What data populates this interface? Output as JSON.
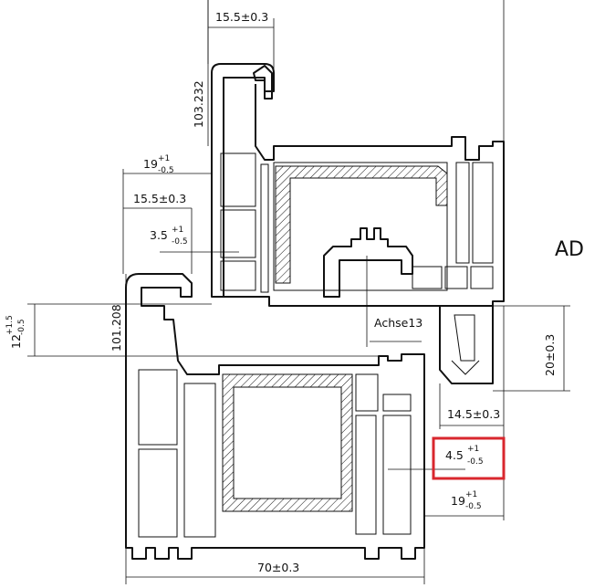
{
  "dimensions": {
    "top_width": "15.5±0.3",
    "top_height": "103.232",
    "left_19_main": "19",
    "left_19_tol_up": "+1",
    "left_19_tol_down": "-0.5",
    "left_155": "15.5±0.3",
    "left_35_main": "3.5",
    "left_35_tol_up": "+1",
    "left_35_tol_down": "-0.5",
    "left_12_main": "12",
    "left_12_tol_up": "+1.5",
    "left_12_tol_down": "-0.5",
    "left_height": "101.208",
    "achse": "Achse13",
    "right_20": "20±0.3",
    "right_145": "14.5±0.3",
    "right_45_main": "4.5",
    "right_45_tol_up": "+1",
    "right_45_tol_down": "-0.5",
    "right_19_main": "19",
    "right_19_tol_up": "+1",
    "right_19_tol_down": "-0.5",
    "bottom_width": "70±0.3"
  },
  "labels": {
    "ad": "AD"
  },
  "colors": {
    "line": "#111111",
    "highlight": "#d9272e"
  }
}
